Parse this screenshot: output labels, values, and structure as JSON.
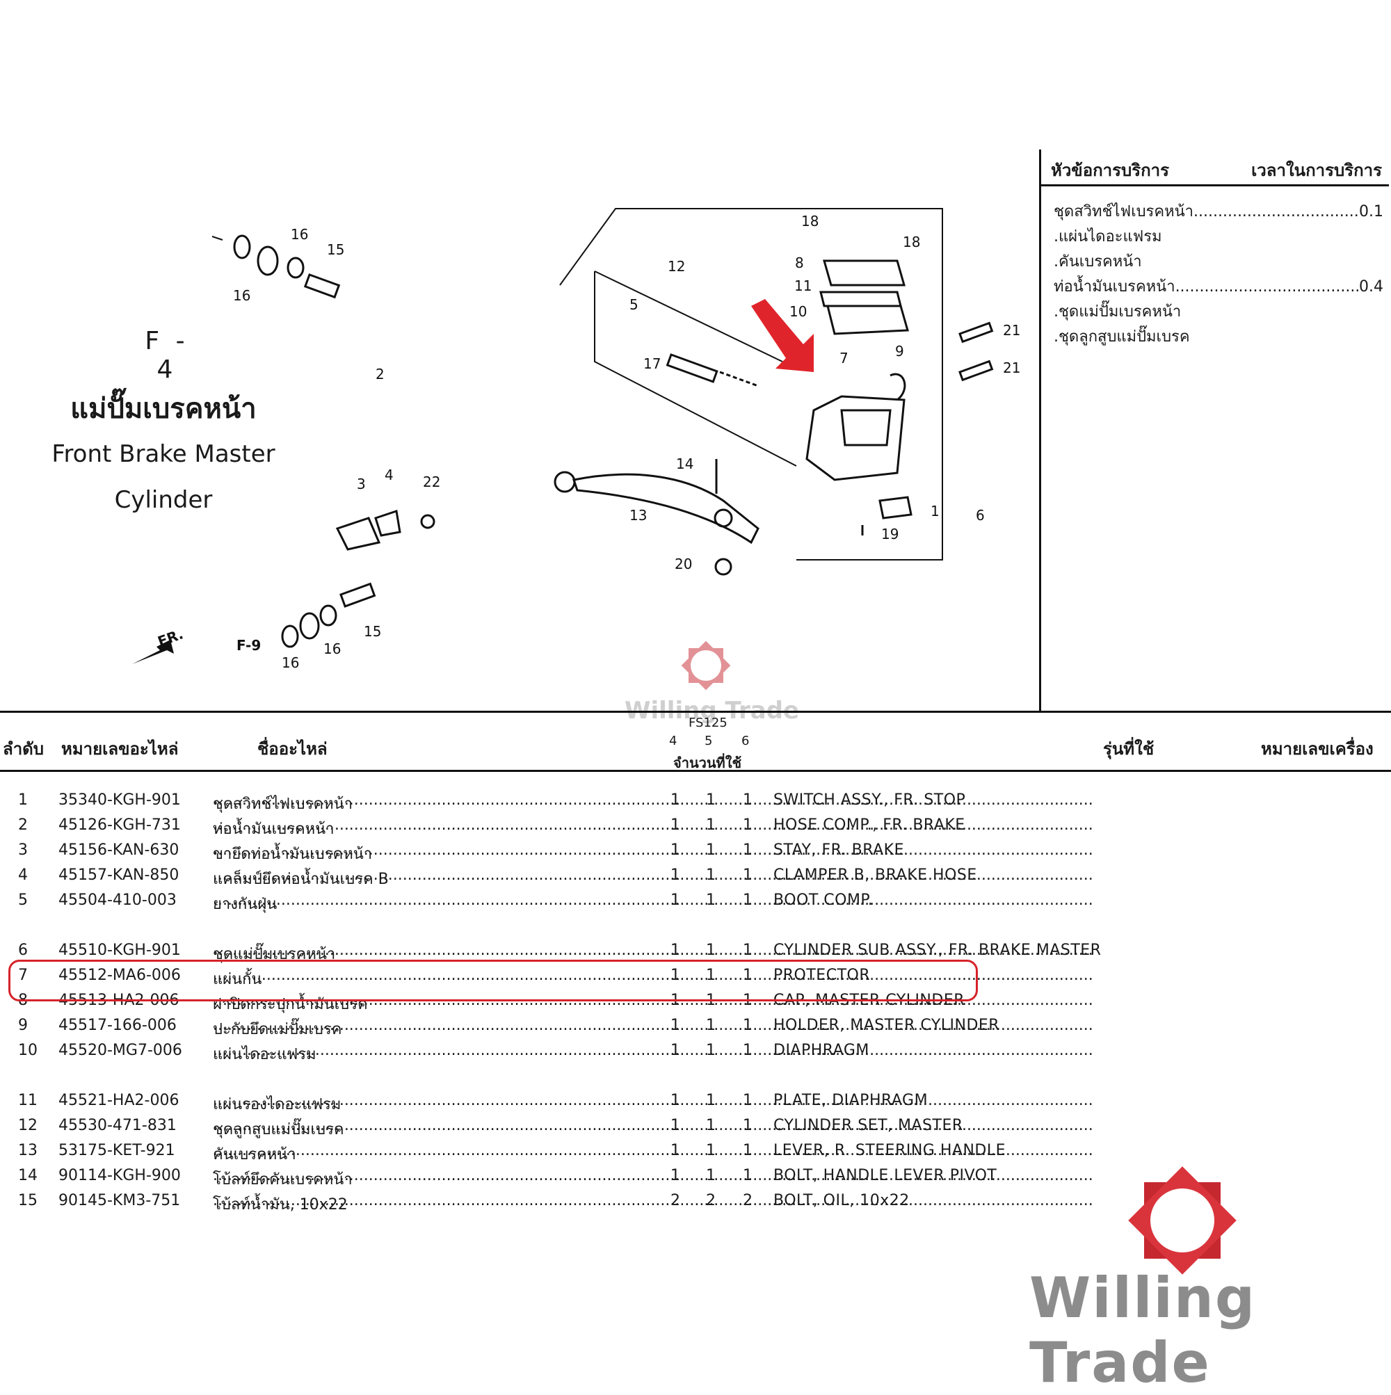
{
  "page_code": "F - 4",
  "title_th": "แม่ปั๊มเบรคหน้า",
  "title_en_line1": "Front Brake Master",
  "title_en_line2": "Cylinder",
  "service_panel": {
    "header_item": "หัวข้อการบริการ",
    "header_time": "เวลาในการบริการ",
    "rows": [
      {
        "text": "ชุดสวิทช์ไฟเบรคหน้า",
        "time": "0.1"
      },
      {
        "text": ".แผ่นไดอะแฟรม",
        "time": ""
      },
      {
        "text": ".คันเบรคหน้า",
        "time": ""
      },
      {
        "text": "ท่อน้ำมันเบรคหน้า",
        "time": "0.4"
      },
      {
        "text": ".ชุดแม่ปั๊มเบรคหน้า",
        "time": ""
      },
      {
        "text": ".ชุดลูกสูบแม่ปั๊มเบรค",
        "time": ""
      }
    ]
  },
  "table_header": {
    "col_no": "ลำดับ",
    "col_part_no": "หมายเลขอะไหล่",
    "col_name": "ชื่ออะไหล่",
    "model": "FS125",
    "col4": "4",
    "col5": "5",
    "col6": "6",
    "qty": "จำนวนที่ใช้",
    "col_model_used": "รุ่นที่ใช้",
    "col_engine_no": "หมายเลขเครื่อง"
  },
  "parts": [
    {
      "no": "1",
      "pn": "35340-KGH-901",
      "th": "ชุดสวิทช์ไฟเบรคหน้า",
      "q4": "1",
      "q5": "1",
      "q6": "1",
      "en": "SWITCH ASSY., FR. STOP"
    },
    {
      "no": "2",
      "pn": "45126-KGH-731",
      "th": "ท่อน้ำมันเบรคหน้า",
      "q4": "1",
      "q5": "1",
      "q6": "1",
      "en": "HOSE COMP., FR. BRAKE"
    },
    {
      "no": "3",
      "pn": "45156-KAN-630",
      "th": "ขายึดท่อน้ำมันเบรคหน้า",
      "q4": "1",
      "q5": "1",
      "q6": "1",
      "en": "STAY, FR. BRAKE"
    },
    {
      "no": "4",
      "pn": "45157-KAN-850",
      "th": "แคล็มป์ยึดท่อน้ำมันเบรค B",
      "q4": "1",
      "q5": "1",
      "q6": "1",
      "en": "CLAMPER B, BRAKE HOSE"
    },
    {
      "no": "5",
      "pn": "45504-410-003",
      "th": "ยางกันฝุ่น",
      "q4": "1",
      "q5": "1",
      "q6": "1",
      "en": "BOOT COMP."
    },
    {
      "no": "6",
      "pn": "45510-KGH-901",
      "th": "ชุดแม่ปั๊มเบรคหน้า",
      "q4": "1",
      "q5": "1",
      "q6": "1",
      "en": "CYLINDER SUB ASSY., FR. BRAKE MASTER"
    },
    {
      "no": "7",
      "pn": "45512-MA6-006",
      "th": "แผ่นกั้น",
      "q4": "1",
      "q5": "1",
      "q6": "1",
      "en": "PROTECTOR"
    },
    {
      "no": "8",
      "pn": "45513-HA2-006",
      "th": "ฝาปิดกระปุกน้ำมันเบรค",
      "q4": "1",
      "q5": "1",
      "q6": "1",
      "en": "CAP, MASTER CYLINDER"
    },
    {
      "no": "9",
      "pn": "45517-166-006",
      "th": "ปะกับยึดแม่ปั๊มเบรค",
      "q4": "1",
      "q5": "1",
      "q6": "1",
      "en": "HOLDER, MASTER CYLINDER"
    },
    {
      "no": "10",
      "pn": "45520-MG7-006",
      "th": "แผ่นไดอะแฟรม",
      "q4": "1",
      "q5": "1",
      "q6": "1",
      "en": "DIAPHRAGM"
    },
    {
      "no": "11",
      "pn": "45521-HA2-006",
      "th": "แผ่นรองไดอะแฟรม",
      "q4": "1",
      "q5": "1",
      "q6": "1",
      "en": "PLATE, DIAPHRAGM"
    },
    {
      "no": "12",
      "pn": "45530-471-831",
      "th": "ชุดลูกสูบแม่ปั๊มเบรค",
      "q4": "1",
      "q5": "1",
      "q6": "1",
      "en": "CYLINDER SET, MASTER"
    },
    {
      "no": "13",
      "pn": "53175-KET-921",
      "th": "คันเบรคหน้า",
      "q4": "1",
      "q5": "1",
      "q6": "1",
      "en": "LEVER, R. STEERING HANDLE"
    },
    {
      "no": "14",
      "pn": "90114-KGH-900",
      "th": "โบ้ลท์ยึดคันเบรคหน้า",
      "q4": "1",
      "q5": "1",
      "q6": "1",
      "en": "BOLT, HANDLE LEVER PIVOT"
    },
    {
      "no": "15",
      "pn": "90145-KM3-751",
      "th": "โบ้ลท์น้ำมัน, 10x22",
      "q4": "2",
      "q5": "2",
      "q6": "2",
      "en": "BOLT, OIL, 10x22"
    }
  ],
  "diagram_labels": {
    "fr": "FR.",
    "f9": "F-9",
    "callouts": [
      "16",
      "15",
      "16",
      "2",
      "3",
      "4",
      "22",
      "16",
      "15",
      "16",
      "12",
      "5",
      "17",
      "18",
      "18",
      "8",
      "11",
      "10",
      "7",
      "9",
      "21",
      "21",
      "14",
      "13",
      "1",
      "6",
      "19",
      "20"
    ]
  },
  "watermark": "Willing Trade",
  "colors": {
    "highlight": "#d6232a",
    "arrow": "#e0242b",
    "logo": "#c62830",
    "watermark_text": "#8c8c8c"
  }
}
